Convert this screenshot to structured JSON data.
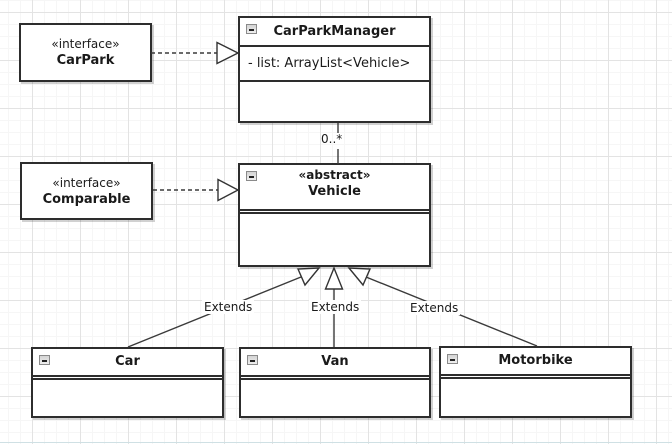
{
  "diagram": {
    "classes": {
      "carpark": {
        "stereotype": "«interface»",
        "name": "CarPark"
      },
      "carparkmanager": {
        "name": "CarParkManager",
        "attribute": "- list: ArrayList<Vehicle>"
      },
      "comparable": {
        "stereotype": "«interface»",
        "name": "Comparable"
      },
      "vehicle": {
        "stereotype": "«abstract»",
        "name": "Vehicle"
      },
      "car": {
        "name": "Car"
      },
      "van": {
        "name": "Van"
      },
      "motorbike": {
        "name": "Motorbike"
      }
    },
    "connectors": {
      "multiplicity": "0..*",
      "extends_labels": [
        "Extends",
        "Extends",
        "Extends"
      ]
    },
    "colors": {
      "box_border": "#2d2d2d",
      "box_fill": "#ffffff",
      "connector_line": "#3a3a3a",
      "grid_major": "#e3e3e3",
      "grid_minor": "#f6f6f6"
    }
  }
}
